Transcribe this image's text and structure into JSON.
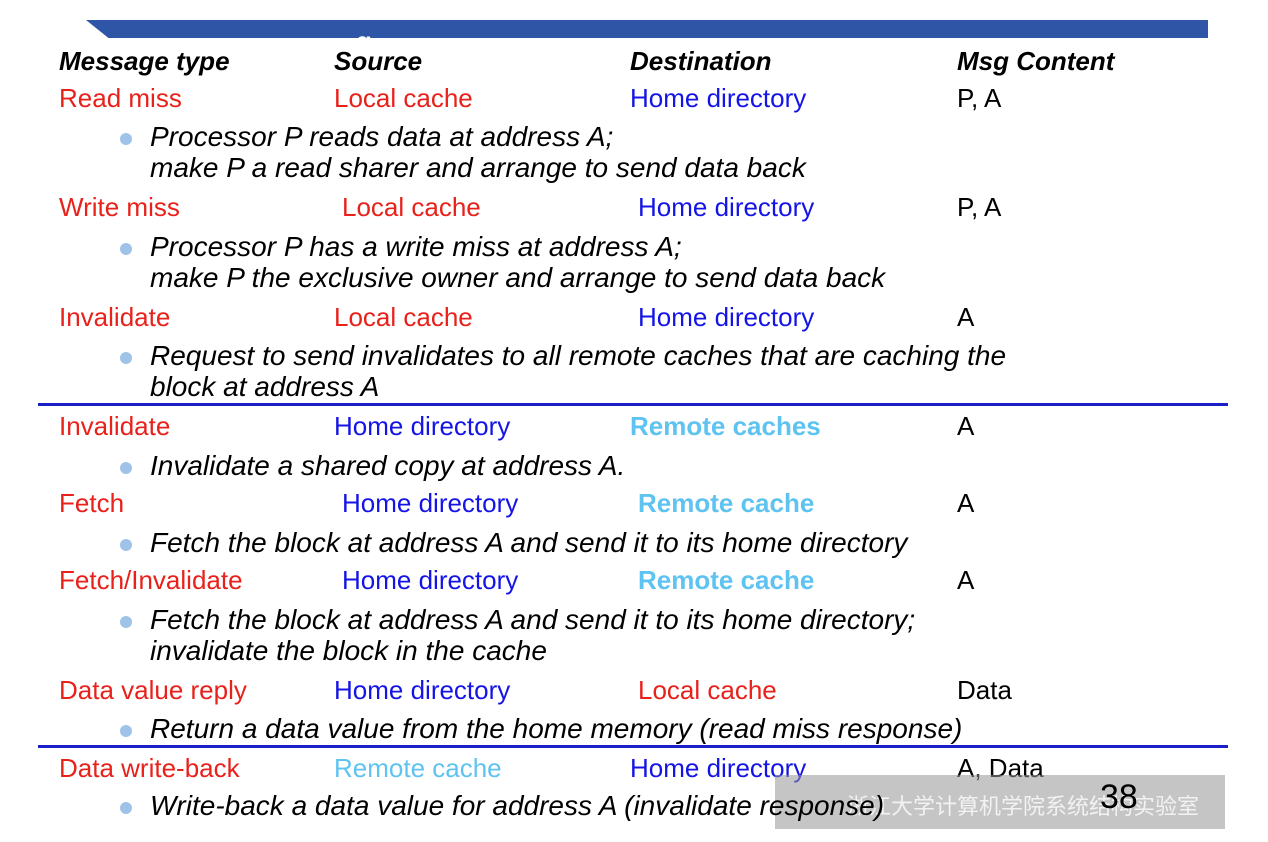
{
  "slide": {
    "title_fragment": "g",
    "page_number": "38",
    "watermark": "浙江大学计算机学院系统结构实验室"
  },
  "headers": [
    "Message type",
    "Source",
    "Destination",
    "Msg Content"
  ],
  "messages": [
    {
      "type": "Read miss",
      "source": "Local cache",
      "destination": "Home directory",
      "content": "P, A",
      "desc": "Processor P reads data at address A;\nmake P a read sharer and arrange to send data back"
    },
    {
      "type": "Write miss",
      "source": "Local cache",
      "destination": "Home directory",
      "content": "P, A",
      "desc": "Processor P has a write miss at address A;\nmake P the exclusive owner and arrange to send data back"
    },
    {
      "type": "Invalidate",
      "source": "Local cache",
      "destination": "Home directory",
      "content": "A",
      "desc": "Request to send invalidates to all remote caches that are caching the\nblock at address A"
    },
    {
      "type": "Invalidate",
      "source": "Home directory",
      "destination": "Remote caches",
      "content": "A",
      "desc": "Invalidate a shared copy at address A."
    },
    {
      "type": "Fetch",
      "source": "Home directory",
      "destination": "Remote cache",
      "content": "A",
      "desc": "Fetch the block at address A and send it to its home directory"
    },
    {
      "type": "Fetch/Invalidate",
      "source": "Home directory",
      "destination": "Remote cache",
      "content": "A",
      "desc": "Fetch the block at address A and send it to its home directory;\ninvalidate the block in the cache"
    },
    {
      "type": "Data value reply",
      "source": "Home directory",
      "destination": "Local cache",
      "content": "Data",
      "desc": "Return a data value from the home memory (read miss response)"
    },
    {
      "type": "Data write-back",
      "source": "Remote cache",
      "destination": "Home directory",
      "content": "A, Data",
      "desc": "Write-back a data value for address A (invalidate response)"
    }
  ],
  "colors": {
    "red": "#e8211b",
    "blue": "#1414e6",
    "cyan": "#5ec3f0",
    "rule": "#1b1fc8",
    "title_bar": "#2f55a6"
  }
}
